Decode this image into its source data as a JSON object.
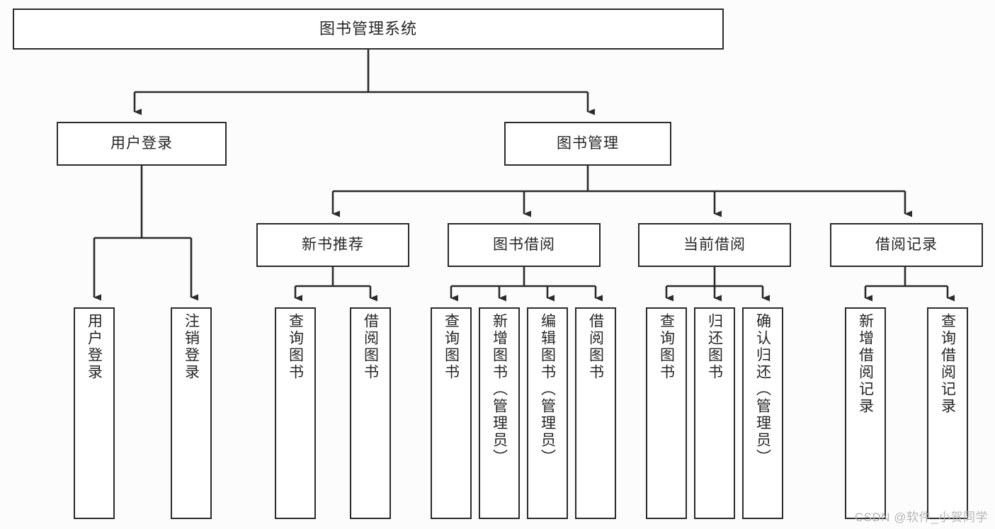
{
  "diagram": {
    "title": "图书管理系统",
    "type": "tree-hierarchy",
    "watermark": "CSDN @软件_小贺同学",
    "colors": {
      "box_border": "#2b2b2b",
      "box_fill": "#ffffff",
      "connector": "#2b2b2b",
      "background": "#fcfcfc",
      "text": "#262626",
      "watermark": "#b6b6b6"
    },
    "nodes": {
      "root": {
        "label": "图书管理系统"
      },
      "level1": [
        {
          "label": "用户登录"
        },
        {
          "label": "图书管理"
        }
      ],
      "level2": [
        {
          "label": "新书推荐"
        },
        {
          "label": "图书借阅"
        },
        {
          "label": "当前借阅"
        },
        {
          "label": "借阅记录"
        }
      ],
      "leaves_user_login": [
        {
          "label": "用户登录"
        },
        {
          "label": "注销登录"
        }
      ],
      "leaves_new_book": [
        {
          "label": "查询图书"
        },
        {
          "label": "借阅图书"
        }
      ],
      "leaves_borrow": [
        {
          "label": "查询图书"
        },
        {
          "label": "新增图书（管理员）"
        },
        {
          "label": "编辑图书（管理员）"
        },
        {
          "label": "借阅图书"
        }
      ],
      "leaves_current": [
        {
          "label": "查询图书"
        },
        {
          "label": "归还图书"
        },
        {
          "label": "确认归还（管理员）"
        }
      ],
      "leaves_record": [
        {
          "label": "新增借阅记录"
        },
        {
          "label": "查询借阅记录"
        }
      ]
    }
  }
}
